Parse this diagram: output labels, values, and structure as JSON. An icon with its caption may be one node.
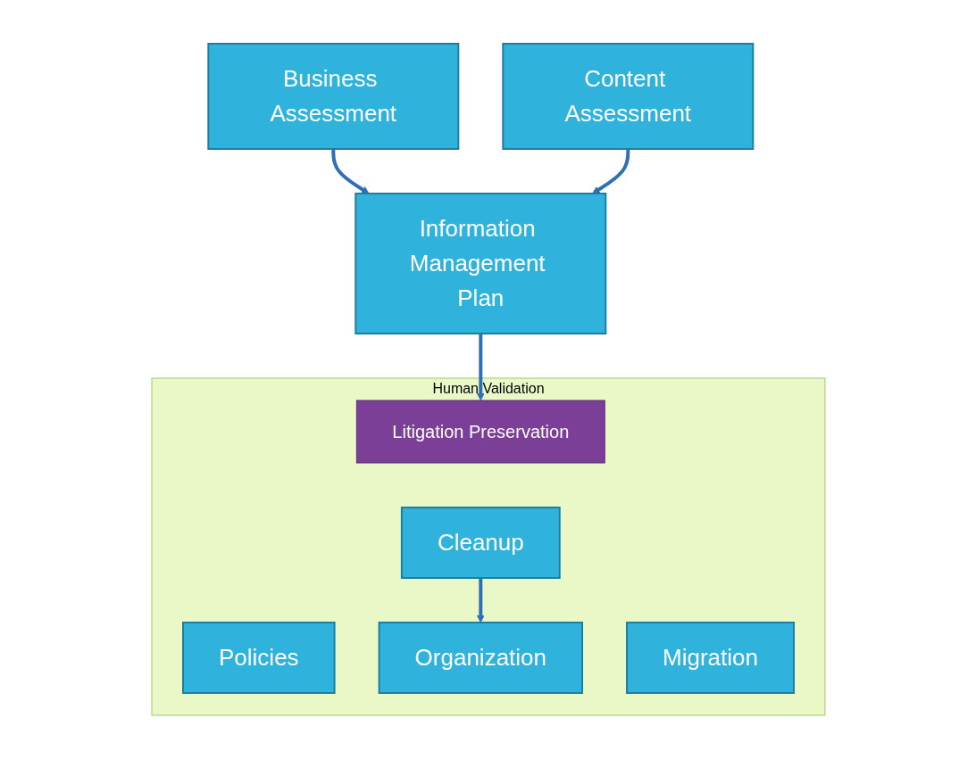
{
  "diagram": {
    "nodes": [
      {
        "text": [
          "Business Assessment"
        ]
      },
      {
        "text": [
          "Content Assessment"
        ]
      },
      {
        "text": [
          "Information Management Plan"
        ]
      },
      {
        "text": [
          "Human Validation"
        ]
      },
      {
        "text": [
          "Litigation Preservation"
        ],
        "in": 3
      },
      {
        "text": [
          "Cleanup"
        ],
        "in": 3
      },
      {
        "text": [
          "Policies"
        ],
        "in": 3
      },
      {
        "text": [
          "Organization"
        ],
        "in": 3
      },
      {
        "text": [
          "Migration"
        ],
        "in": 3
      }
    ],
    "edges": [
      {
        "from": 0,
        "to": 2,
        "arrow": "to"
      },
      {
        "from": 1,
        "to": 2,
        "arrow": "to"
      },
      {
        "from": 2,
        "to": 4,
        "arrow": "to"
      },
      {
        "from": 5,
        "to": 7,
        "arrow": "to"
      }
    ]
  }
}
